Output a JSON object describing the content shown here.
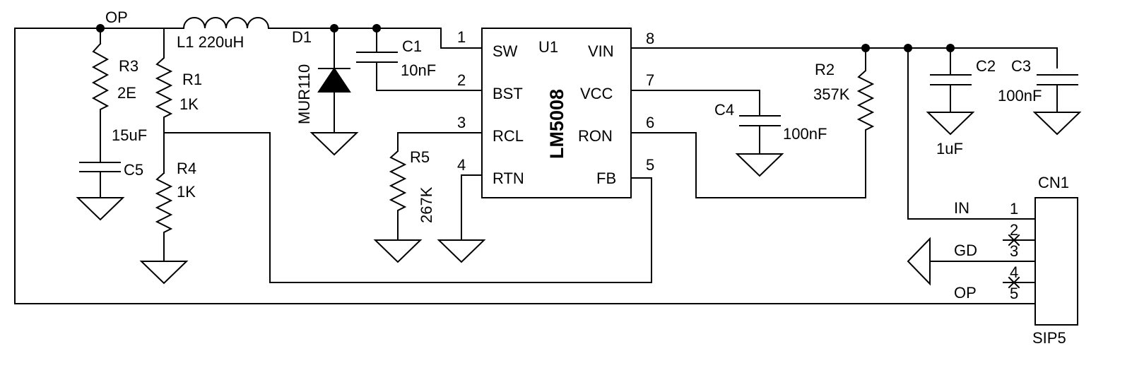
{
  "nets": {
    "op": "OP"
  },
  "ic": {
    "ref": "U1",
    "part": "LM5008",
    "pins": [
      {
        "num": "1",
        "name": "SW"
      },
      {
        "num": "2",
        "name": "BST"
      },
      {
        "num": "3",
        "name": "RCL"
      },
      {
        "num": "4",
        "name": "RTN"
      },
      {
        "num": "5",
        "name": "FB"
      },
      {
        "num": "6",
        "name": "RON"
      },
      {
        "num": "7",
        "name": "VCC"
      },
      {
        "num": "8",
        "name": "VIN"
      }
    ]
  },
  "components": {
    "l1": {
      "label": "L1 220uH"
    },
    "d1": {
      "ref": "D1",
      "part": "MUR110"
    },
    "c1": {
      "ref": "C1",
      "value": "10nF"
    },
    "r3": {
      "ref": "R3",
      "value": "2E"
    },
    "r1": {
      "ref": "R1",
      "value": "1K"
    },
    "c5": {
      "ref": "C5",
      "value": "15uF"
    },
    "r4": {
      "ref": "R4",
      "value": "1K"
    },
    "r5": {
      "ref": "R5",
      "value": "267K"
    },
    "c4": {
      "ref": "C4",
      "value": "100nF"
    },
    "r2": {
      "ref": "R2",
      "value": "357K"
    },
    "c2": {
      "ref": "C2",
      "value": "1uF"
    },
    "c3": {
      "ref": "C3",
      "value": "100nF"
    }
  },
  "connector": {
    "ref": "CN1",
    "part": "SIP5",
    "pins": [
      {
        "num": "1",
        "label": "IN"
      },
      {
        "num": "2",
        "label": ""
      },
      {
        "num": "3",
        "label": "GD"
      },
      {
        "num": "4",
        "label": ""
      },
      {
        "num": "5",
        "label": "OP"
      }
    ]
  }
}
